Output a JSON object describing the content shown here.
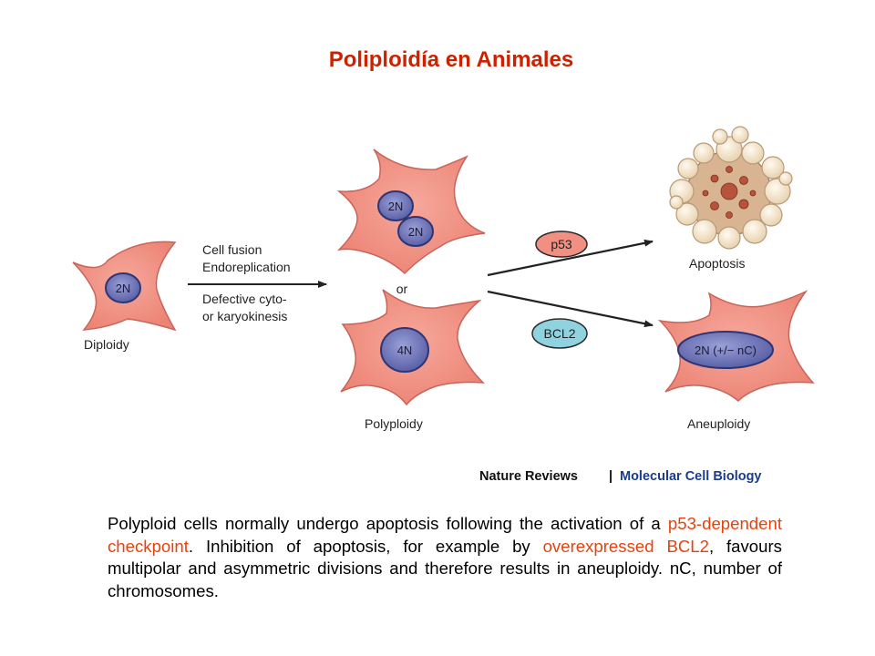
{
  "slide": {
    "title": "Poliploidía en Animales"
  },
  "diagram": {
    "diploid_nucleus": "2N",
    "diploid_label": "Diploidy",
    "transition_labels": [
      "Cell fusion",
      "Endoreplication",
      "Defective cyto-",
      "or karyokinesis"
    ],
    "binucleate_nuclei": [
      "2N",
      "2N"
    ],
    "or_label": "or",
    "mononucleate_nucleus": "4N",
    "polyploid_label": "Polyploidy",
    "p53_label": "p53",
    "bcl2_label": "BCL2",
    "apoptosis_label": "Apoptosis",
    "aneuploid_nucleus": "2N (+/− nC)",
    "aneuploid_label": "Aneuploidy",
    "credit_journal": "Nature Reviews",
    "credit_separator": "|",
    "credit_section": "Molecular Cell Biology"
  },
  "caption": {
    "part1": "Polyploid cells normally undergo apoptosis following the activation of a ",
    "highlight1": "p53-dependent checkpoint",
    "part2": ". Inhibition of apoptosis, for example by ",
    "highlight2": "overexpressed BCL2",
    "part3": ", favours multipolar and asymmetric divisions and therefore results in aneuploidy. nC, number of chromosomes."
  },
  "colors": {
    "title": "#cc2200",
    "highlight": "#e8420c",
    "cell_fill": "#f08f82",
    "cell_stroke": "#c8645a",
    "nucleus_fill": "#6e74b4",
    "nucleus_stroke": "#2e3575",
    "bcl2_fill": "#8fd3e0",
    "p53_fill": "#f08f82",
    "credit_blue": "#1a3c8c"
  }
}
